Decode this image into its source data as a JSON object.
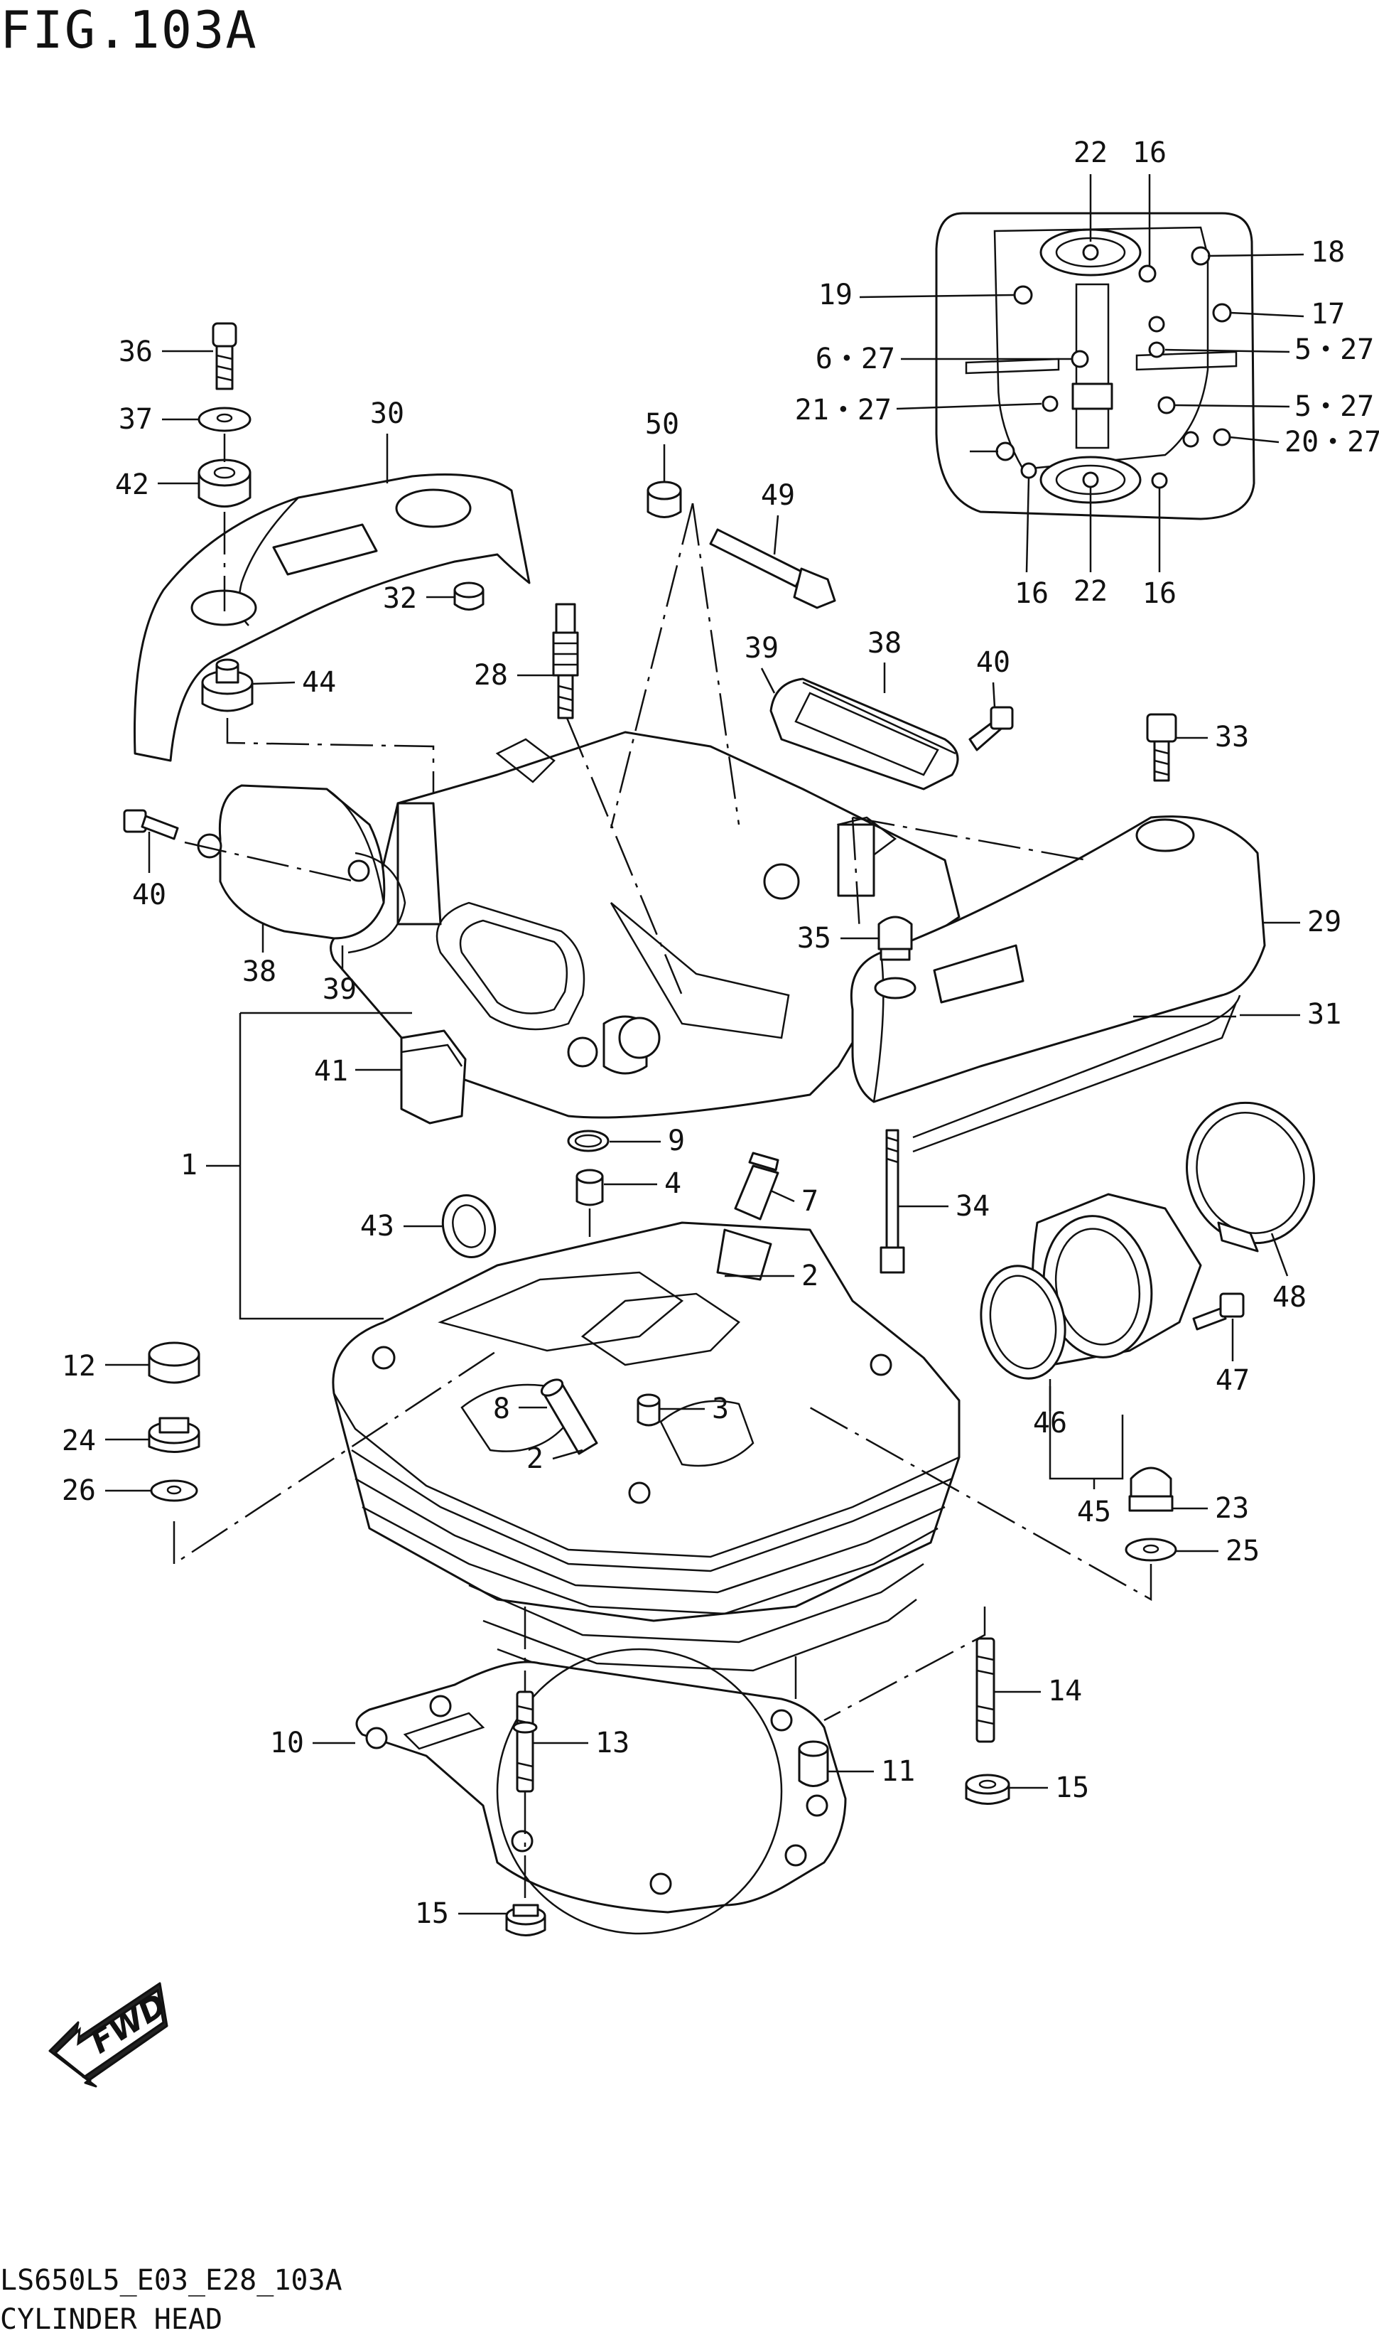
{
  "figure": {
    "title": "FIG.103A",
    "code": "LS650L5_E03_E28_103A",
    "name": "CYLINDER HEAD",
    "direction_badge": "FWD"
  },
  "callouts": [
    {
      "id": "c22a",
      "text": "22"
    },
    {
      "id": "c16a",
      "text": "16"
    },
    {
      "id": "c18",
      "text": "18"
    },
    {
      "id": "c19",
      "text": "19"
    },
    {
      "id": "c17",
      "text": "17"
    },
    {
      "id": "c6_27",
      "text": "6・27"
    },
    {
      "id": "c5_27a",
      "text": "5・27"
    },
    {
      "id": "c21_27",
      "text": "21・27"
    },
    {
      "id": "c5_27b",
      "text": "5・27"
    },
    {
      "id": "c20_27",
      "text": "20・27"
    },
    {
      "id": "c16b",
      "text": "16"
    },
    {
      "id": "c22b",
      "text": "22"
    },
    {
      "id": "c16c",
      "text": "16"
    },
    {
      "id": "c36",
      "text": "36"
    },
    {
      "id": "c30",
      "text": "30"
    },
    {
      "id": "c37",
      "text": "37"
    },
    {
      "id": "c42",
      "text": "42"
    },
    {
      "id": "c50",
      "text": "50"
    },
    {
      "id": "c49",
      "text": "49"
    },
    {
      "id": "c32",
      "text": "32"
    },
    {
      "id": "c39a",
      "text": "39"
    },
    {
      "id": "c38a",
      "text": "38"
    },
    {
      "id": "c40a",
      "text": "40"
    },
    {
      "id": "c28",
      "text": "28"
    },
    {
      "id": "c44",
      "text": "44"
    },
    {
      "id": "c33",
      "text": "33"
    },
    {
      "id": "c40b",
      "text": "40"
    },
    {
      "id": "c29",
      "text": "29"
    },
    {
      "id": "c35",
      "text": "35"
    },
    {
      "id": "c38b",
      "text": "38"
    },
    {
      "id": "c39b",
      "text": "39"
    },
    {
      "id": "c31",
      "text": "31"
    },
    {
      "id": "c41",
      "text": "41"
    },
    {
      "id": "c9",
      "text": "9"
    },
    {
      "id": "c1",
      "text": "1"
    },
    {
      "id": "c4",
      "text": "4"
    },
    {
      "id": "c7",
      "text": "7"
    },
    {
      "id": "c34",
      "text": "34"
    },
    {
      "id": "c43",
      "text": "43"
    },
    {
      "id": "c2a",
      "text": "2"
    },
    {
      "id": "c48",
      "text": "48"
    },
    {
      "id": "c12",
      "text": "12"
    },
    {
      "id": "c47",
      "text": "47"
    },
    {
      "id": "c8",
      "text": "8"
    },
    {
      "id": "c3",
      "text": "3"
    },
    {
      "id": "c24",
      "text": "24"
    },
    {
      "id": "c2b",
      "text": "2"
    },
    {
      "id": "c46",
      "text": "46"
    },
    {
      "id": "c26",
      "text": "26"
    },
    {
      "id": "c45",
      "text": "45"
    },
    {
      "id": "c23",
      "text": "23"
    },
    {
      "id": "c25",
      "text": "25"
    },
    {
      "id": "c14",
      "text": "14"
    },
    {
      "id": "c10",
      "text": "10"
    },
    {
      "id": "c13",
      "text": "13"
    },
    {
      "id": "c11",
      "text": "11"
    },
    {
      "id": "c15a",
      "text": "15"
    },
    {
      "id": "c15b",
      "text": "15"
    }
  ]
}
